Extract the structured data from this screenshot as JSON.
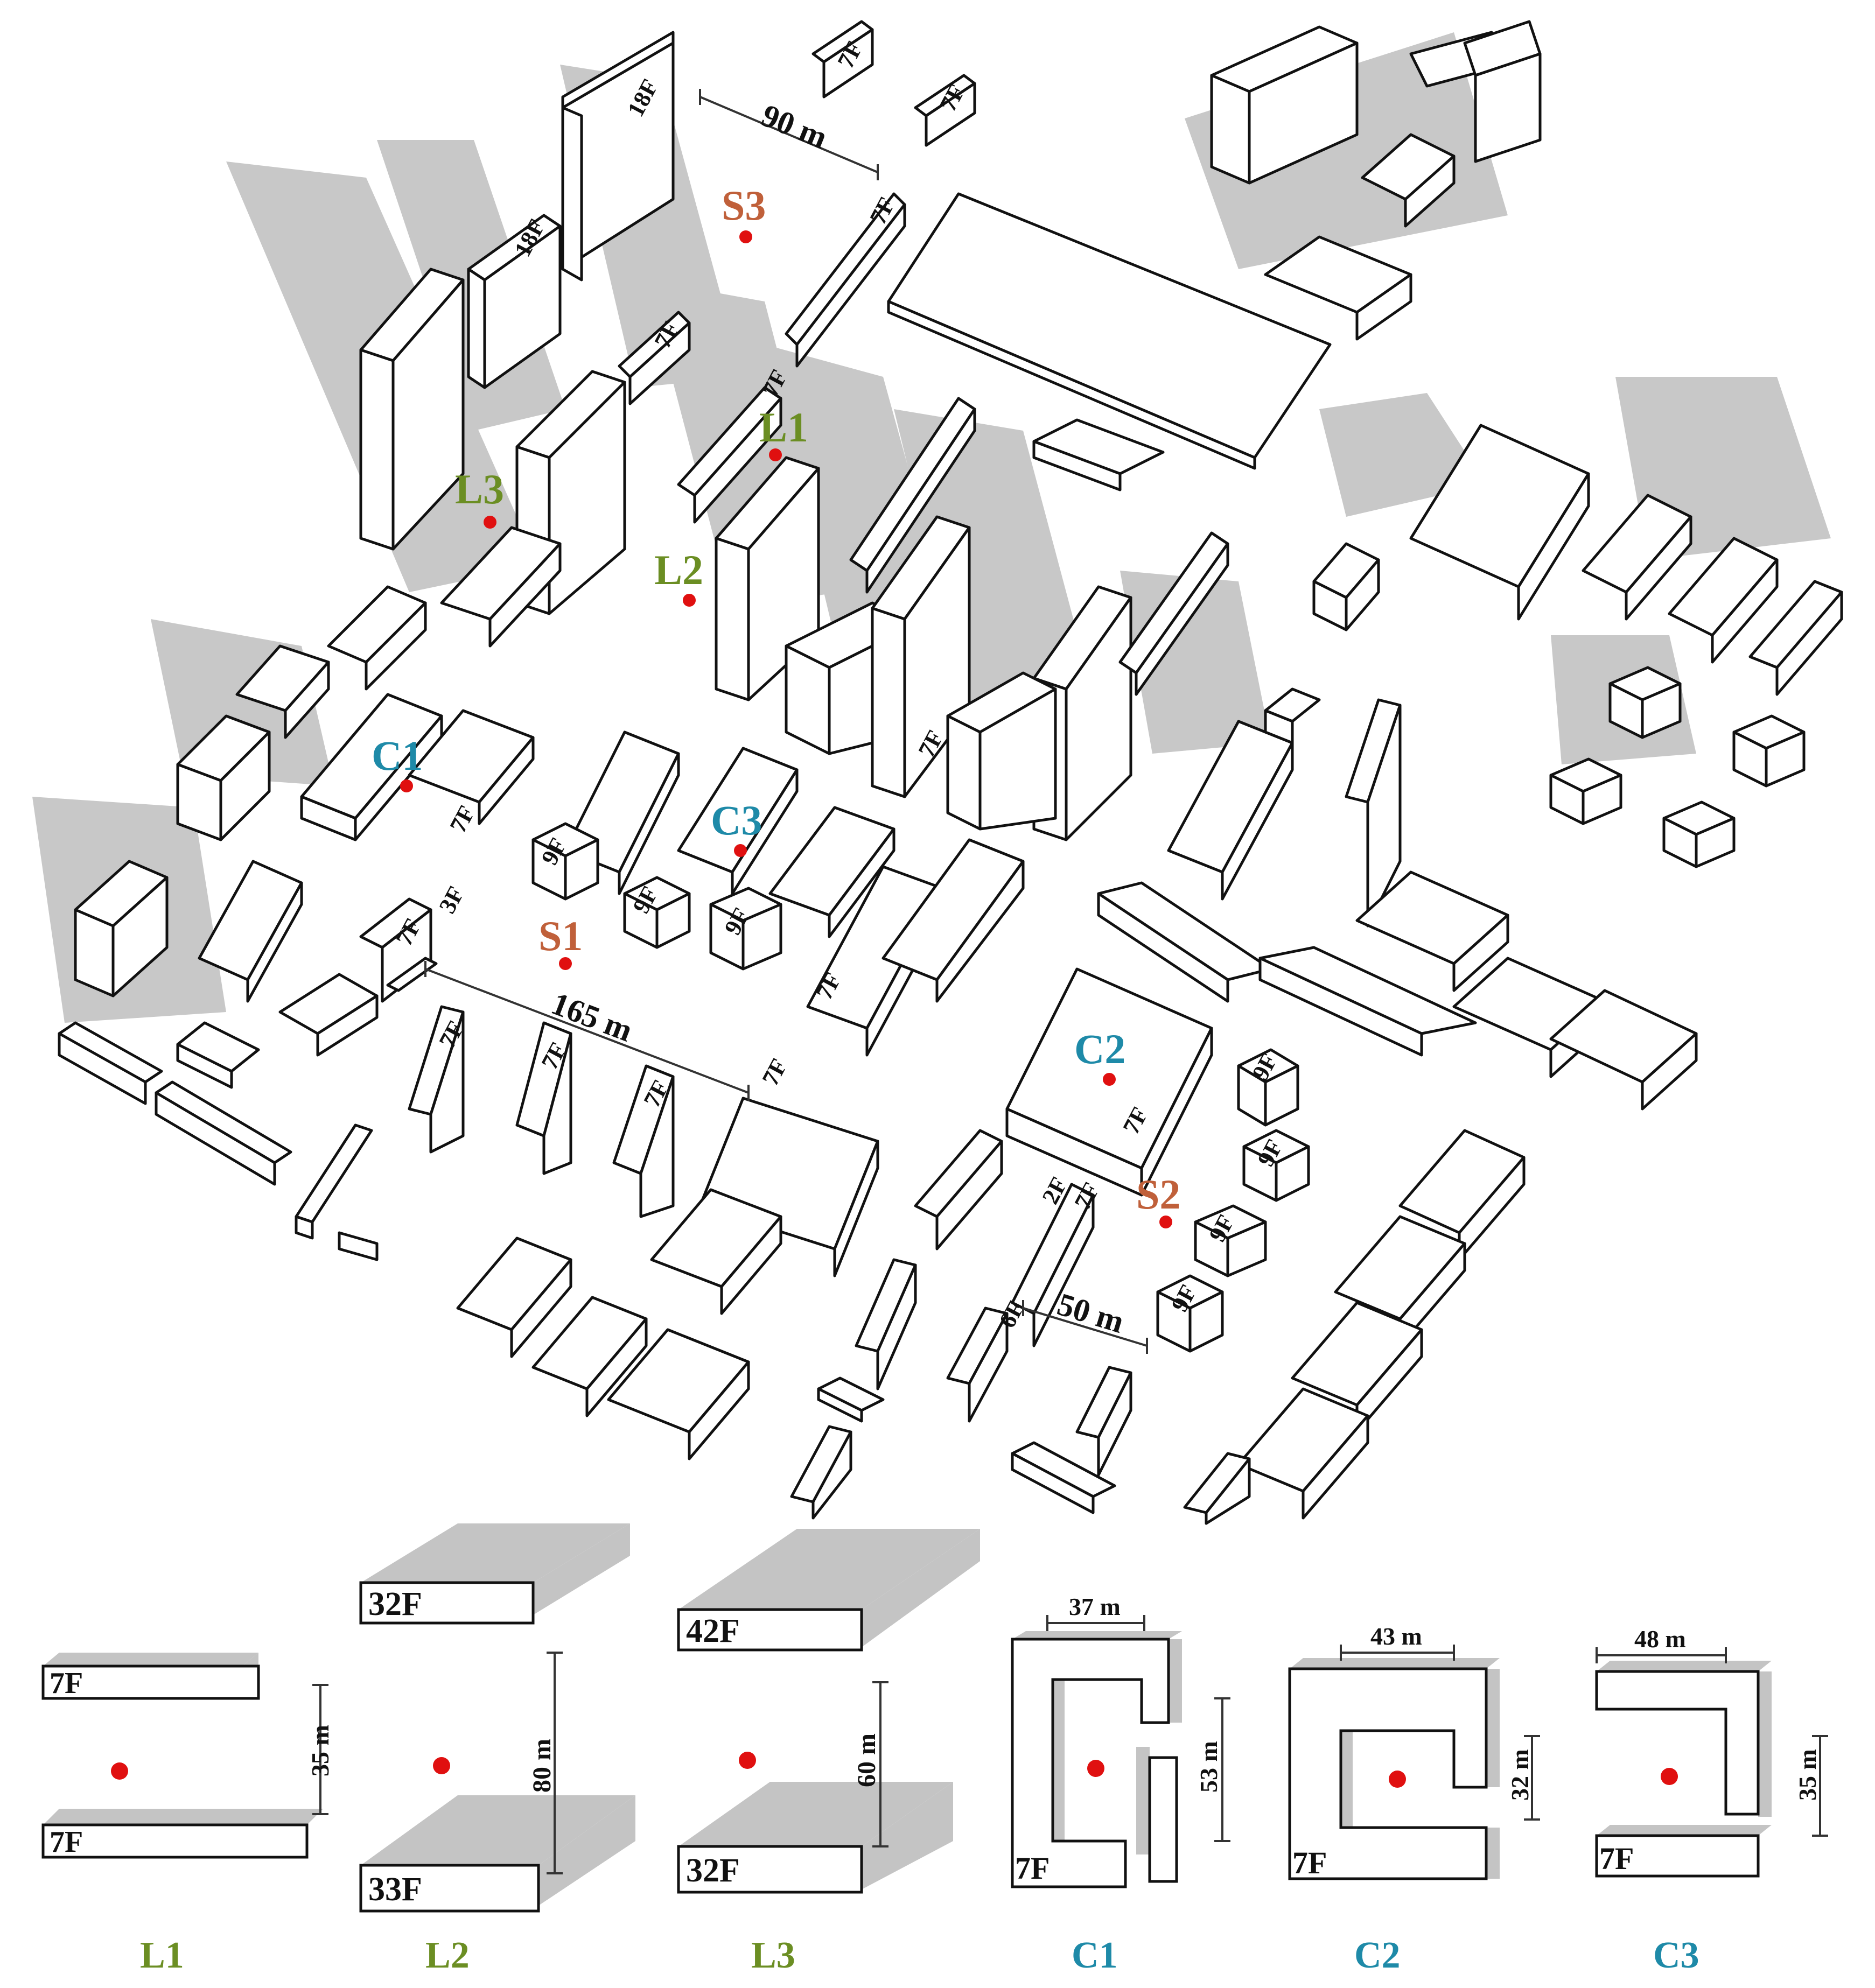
{
  "map": {
    "site_points": [
      {
        "id": "S1",
        "group": "street"
      },
      {
        "id": "S2",
        "group": "street"
      },
      {
        "id": "S3",
        "group": "street"
      },
      {
        "id": "L1",
        "group": "linear"
      },
      {
        "id": "L2",
        "group": "linear"
      },
      {
        "id": "L3",
        "group": "linear"
      },
      {
        "id": "C1",
        "group": "courtyard"
      },
      {
        "id": "C2",
        "group": "courtyard"
      },
      {
        "id": "C3",
        "group": "courtyard"
      }
    ],
    "dimension_labels": {
      "d90": "90 m",
      "d165": "165 m",
      "d50": "50 m"
    },
    "floor_labels": {
      "f18a": "18F",
      "f18b": "18F",
      "f7a": "7F",
      "f7b": "7F",
      "f7c": "7F",
      "f7d": "7F",
      "f7e": "7F",
      "f7f": "7F",
      "f7g": "7F",
      "f7h": "7F",
      "f7i": "7F",
      "f7j": "7F",
      "f7k": "7F",
      "f7l": "7F",
      "f7m": "7F",
      "f7n": "7F",
      "f7o": "7F",
      "f9a": "9F",
      "f9b": "9F",
      "f9c": "9F",
      "f9d": "9F",
      "f9e": "9F",
      "f9f": "9F",
      "f9g": "9F",
      "f3": "3F",
      "f2": "2F",
      "f6": "6F"
    }
  },
  "legend": {
    "panels": [
      {
        "id": "L1",
        "top_floor": "7F",
        "bottom_floor": "7F",
        "dimension": "35 m"
      },
      {
        "id": "L2",
        "top_floor": "32F",
        "bottom_floor": "33F",
        "dimension": "80 m"
      },
      {
        "id": "L3",
        "top_floor": "42F",
        "bottom_floor": "32F",
        "dimension": "60 m"
      },
      {
        "id": "C1",
        "floor": "7F",
        "width": "37 m",
        "depth": "53 m"
      },
      {
        "id": "C2",
        "floor": "7F",
        "width": "43 m",
        "depth": "32 m"
      },
      {
        "id": "C3",
        "floor": "7F",
        "width": "48 m",
        "depth": "35 m"
      }
    ]
  },
  "colors": {
    "street": "#c0603a",
    "linear": "#6b8e23",
    "courtyard": "#1e8aa8",
    "point": "#e01010",
    "shadow": "#c4c4c4",
    "outline": "#111111"
  }
}
